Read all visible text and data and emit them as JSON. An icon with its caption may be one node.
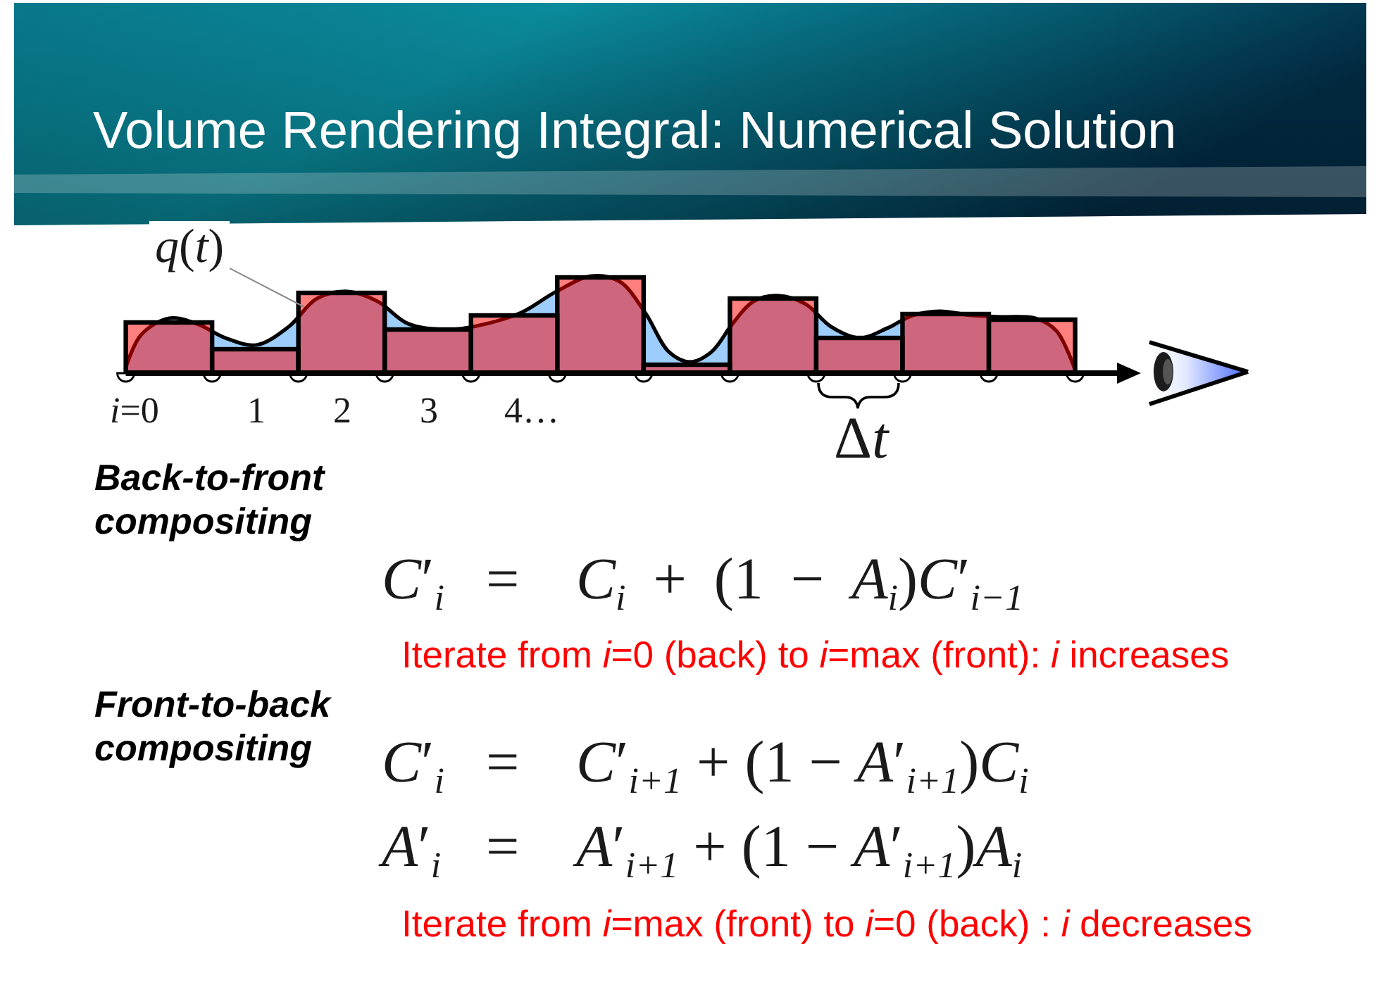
{
  "diagram": {
    "title": "Volume Rendering Integral: Numerical Solution",
    "nodes": [
      {
        "text": [
          "*q*(*t*)"
        ]
      },
      {
        "text": [],
        "shape": "curve"
      }
    ],
    "edges": [
      {
        "from": 0,
        "to": 1,
        "arrow": "none"
      }
    ],
    "labels": [
      "*i*=0",
      "1",
      "2",
      "3",
      "4…",
      "Δt",
      "Back-to-front compositing",
      "*C*′$_{i}$",
      "=",
      "*C*$_{i}$ + (1 − *A*$_{i}$)*C*′$_{i−1}$",
      "Iterate from *i*=0 (back) to *i*=max (front): *i* increases",
      "Front-to-back compositing",
      "*C*′$_{i}$",
      "=",
      "*C*′$_{i+1}$ + (1 − *A*′$_{i+1}$)*C*$_{i}$",
      "*A*′$_{i}$",
      "=",
      "*A*′$_{i+1}$ + (1 − *A*′$_{i+1}$)*A*$_{i}$",
      "Iterate from *i*=max (front) to *i*=0 (back) : *i* decreases"
    ]
  }
}
